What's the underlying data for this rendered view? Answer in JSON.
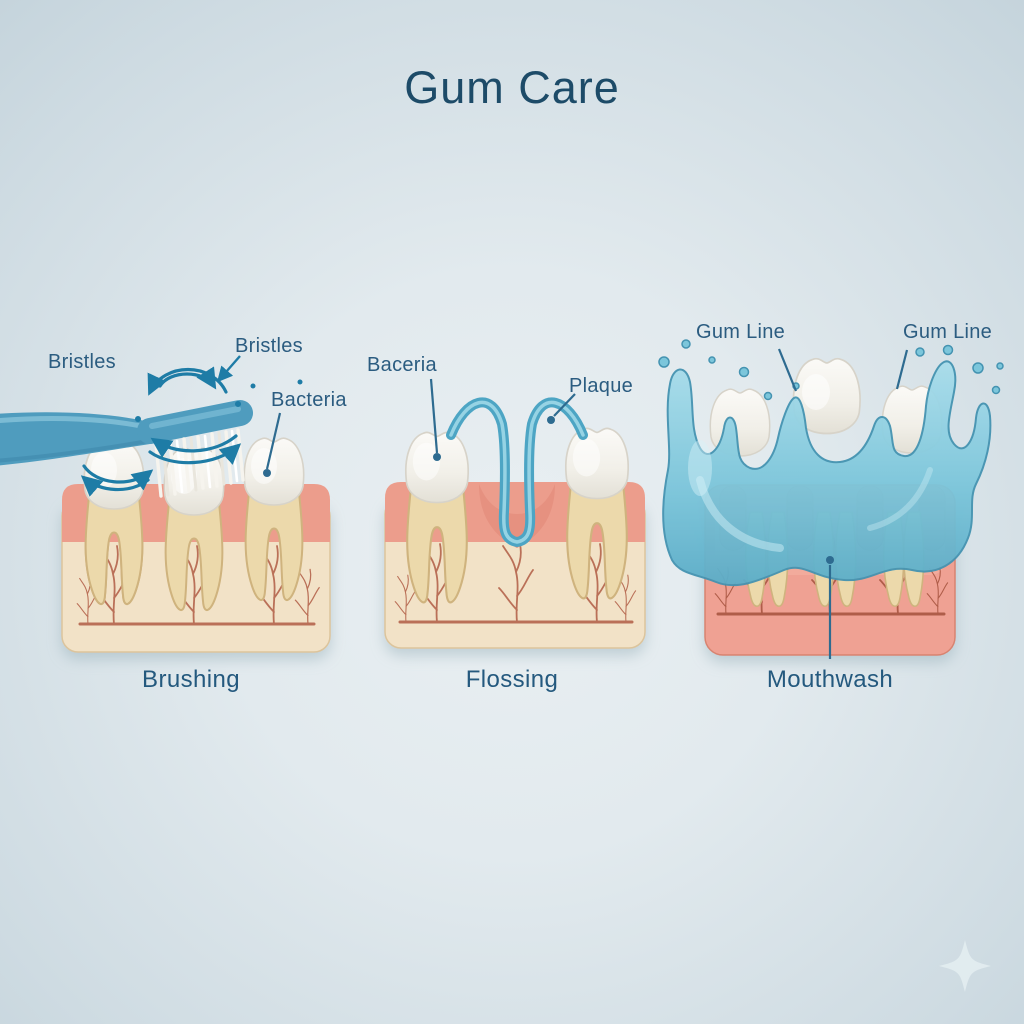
{
  "title": "Gum Care",
  "panels": [
    {
      "id": "brushing",
      "caption": "Brushing",
      "labels": [
        {
          "text": "Bristles"
        },
        {
          "text": "Bristles"
        },
        {
          "text": "Bacteria"
        }
      ]
    },
    {
      "id": "flossing",
      "caption": "Flossing",
      "labels": [
        {
          "text": "Baceria"
        },
        {
          "text": "Plaque"
        }
      ]
    },
    {
      "id": "mouthwash",
      "caption": "Mouthwash",
      "labels": [
        {
          "text": "Gum Line"
        },
        {
          "text": "Gum Line"
        }
      ]
    }
  ],
  "icons": {
    "sparkle": "four-pointed-star-sparkle"
  },
  "colors": {
    "title_text": "#1d4b68",
    "label_text": "#2b5c80",
    "motion_arrow_blue": "#1e7ca6",
    "toothbrush_blue": "#4f9cbe",
    "floss_blue": "#4da5c4",
    "mouthwash_splash_blue": "#62b2cc",
    "gum_pink": "#ec9d8c",
    "bone_beige": "#f2e2c7",
    "tooth_root_beige": "#ecd9ab",
    "tooth_white": "#f6f5f1",
    "vessel_red": "#b4644c",
    "background": "#d9e4e9"
  }
}
